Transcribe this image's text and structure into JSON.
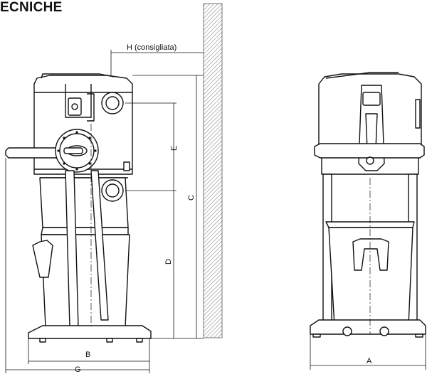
{
  "heading": "ECNICHE",
  "dimensions": {
    "h": "H (consigliata)",
    "e": "E",
    "c": "C",
    "d": "D",
    "b": "B",
    "g": "G",
    "a": "A"
  },
  "colors": {
    "line": "#111111",
    "wall": "#999999",
    "fill": "#ffffff"
  }
}
